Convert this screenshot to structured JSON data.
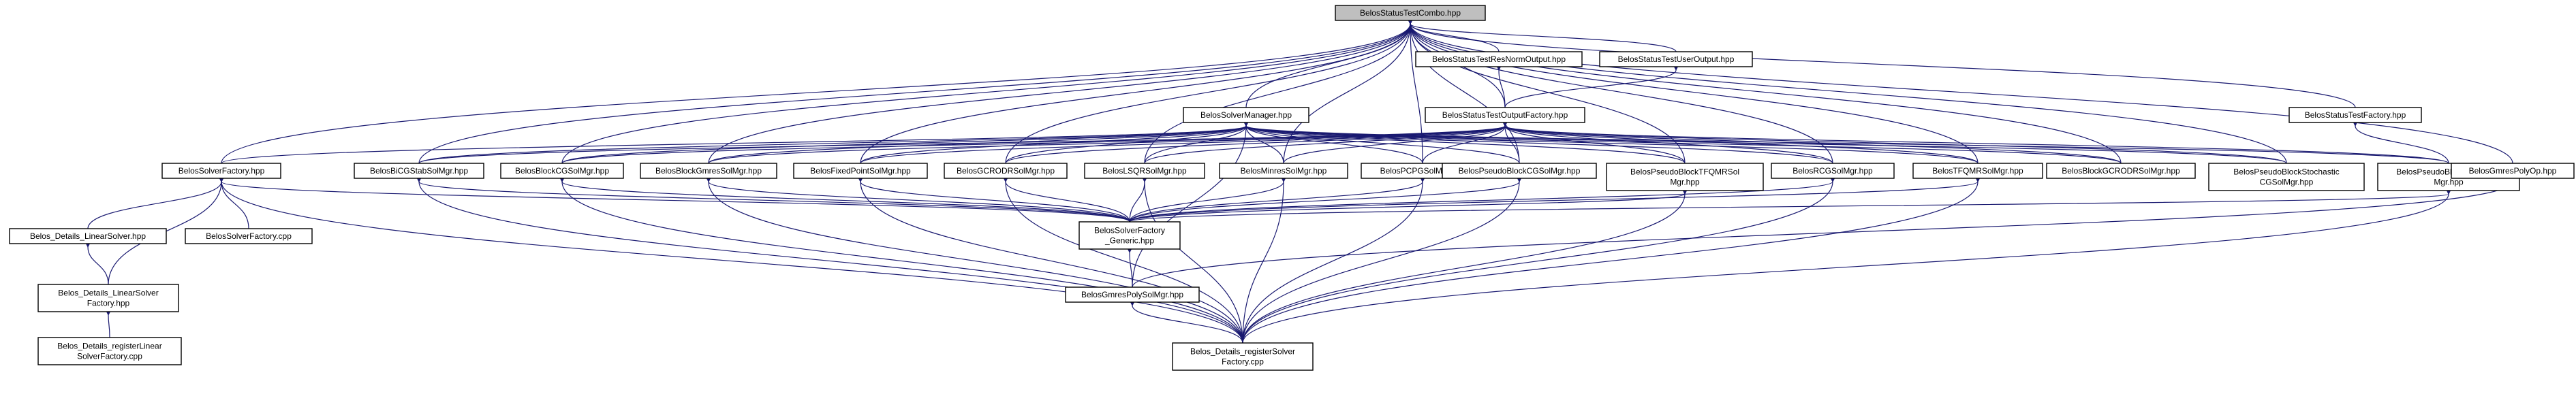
{
  "page": {
    "title": "BelosStatusTestCombo.hpp"
  },
  "colors": {
    "edge": "#191970",
    "root_fill": "#bfbfbf",
    "node_fill": "#ffffff",
    "node_stroke": "#000000"
  },
  "nodes": [
    {
      "id": "root",
      "lines": [
        "BelosStatusTestCombo.hpp"
      ]
    },
    {
      "id": "resnorm",
      "lines": [
        "BelosStatusTestResNormOutput.hpp"
      ]
    },
    {
      "id": "useroutput",
      "lines": [
        "BelosStatusTestUserOutput.hpp"
      ]
    },
    {
      "id": "stfactory",
      "lines": [
        "BelosStatusTestFactory.hpp"
      ]
    },
    {
      "id": "solvermanager",
      "lines": [
        "BelosSolverManager.hpp"
      ]
    },
    {
      "id": "outputfactory",
      "lines": [
        "BelosStatusTestOutputFactory.hpp"
      ]
    },
    {
      "id": "solverfactory",
      "lines": [
        "BelosSolverFactory.hpp"
      ]
    },
    {
      "id": "bicgstab",
      "lines": [
        "BelosBiCGStabSolMgr.hpp"
      ]
    },
    {
      "id": "blockcg",
      "lines": [
        "BelosBlockCGSolMgr.hpp"
      ]
    },
    {
      "id": "blockgmres",
      "lines": [
        "BelosBlockGmresSolMgr.hpp"
      ]
    },
    {
      "id": "fixedpoint",
      "lines": [
        "BelosFixedPointSolMgr.hpp"
      ]
    },
    {
      "id": "gcrodr",
      "lines": [
        "BelosGCRODRSolMgr.hpp"
      ]
    },
    {
      "id": "lsqr",
      "lines": [
        "BelosLSQRSolMgr.hpp"
      ]
    },
    {
      "id": "minres",
      "lines": [
        "BelosMinresSolMgr.hpp"
      ]
    },
    {
      "id": "pcpg",
      "lines": [
        "BelosPCPGSolMgr.hpp"
      ]
    },
    {
      "id": "pseudocg",
      "lines": [
        "BelosPseudoBlockCGSolMgr.hpp"
      ]
    },
    {
      "id": "pseudotfqmr",
      "lines": [
        "BelosPseudoBlockTFQMRSol",
        "Mgr.hpp"
      ]
    },
    {
      "id": "rcg",
      "lines": [
        "BelosRCGSolMgr.hpp"
      ]
    },
    {
      "id": "tfqmr",
      "lines": [
        "BelosTFQMRSolMgr.hpp"
      ]
    },
    {
      "id": "blockgcrodr",
      "lines": [
        "BelosBlockGCRODRSolMgr.hpp"
      ]
    },
    {
      "id": "pseudostoch",
      "lines": [
        "BelosPseudoBlockStochastic",
        "CGSolMgr.hpp"
      ]
    },
    {
      "id": "pseudogmres",
      "lines": [
        "BelosPseudoBlockGmresSol",
        "Mgr.hpp"
      ]
    },
    {
      "id": "gmrespolyop",
      "lines": [
        "BelosGmresPolyOp.hpp"
      ]
    },
    {
      "id": "linearsolver",
      "lines": [
        "Belos_Details_LinearSolver.hpp"
      ]
    },
    {
      "id": "solverfactorycpp",
      "lines": [
        "BelosSolverFactory.cpp"
      ]
    },
    {
      "id": "generic",
      "lines": [
        "BelosSolverFactory",
        "_Generic.hpp"
      ]
    },
    {
      "id": "linsolfactory",
      "lines": [
        "Belos_Details_LinearSolver",
        "Factory.hpp"
      ]
    },
    {
      "id": "gmrespoly",
      "lines": [
        "BelosGmresPolySolMgr.hpp"
      ]
    },
    {
      "id": "registerlinear",
      "lines": [
        "Belos_Details_registerLinear",
        "SolverFactory.cpp"
      ]
    },
    {
      "id": "registersolver",
      "lines": [
        "Belos_Details_registerSolver",
        "Factory.cpp"
      ]
    }
  ]
}
